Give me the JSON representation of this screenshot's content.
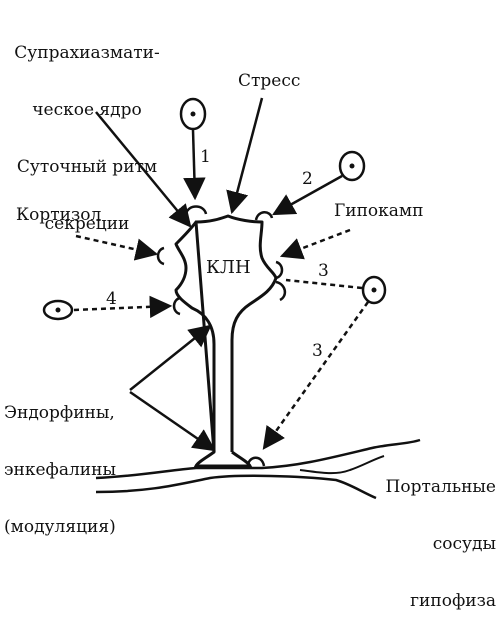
{
  "labels": {
    "scn_line1": "Супрахиазмати-",
    "scn_line2": "ческое ядро",
    "scn_line3": "Суточный ритм",
    "scn_line4": "секреции",
    "stress": "Стресс",
    "cortisol": "Кортизол",
    "hippocampus": "Гипокамп",
    "kln": "КЛН",
    "endorphins_line1": "Эндорфины,",
    "endorphins_line2": "энкефалины",
    "endorphins_line3": "(модуляция)",
    "portal_line1": "Портальные",
    "portal_line2": "сосуды",
    "portal_line3": "гипофиза"
  },
  "pathway_numbers": {
    "n1": "1",
    "n2": "2",
    "n3_upper": "3",
    "n3_lower": "3",
    "n4": "4"
  },
  "colors": {
    "ink": "#111111",
    "background": "#ffffff"
  }
}
